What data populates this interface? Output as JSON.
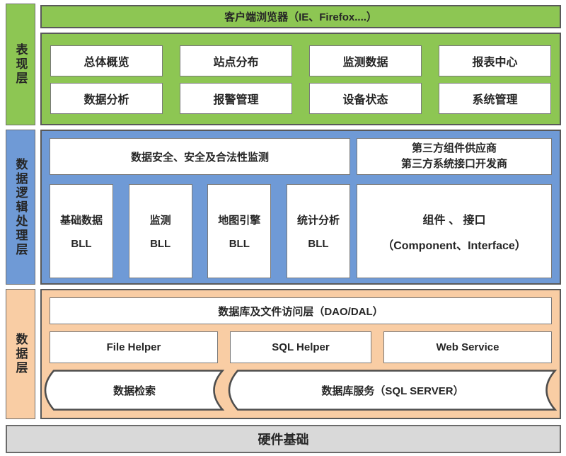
{
  "colors": {
    "green": "#8dc653",
    "blue": "#6f9ad6",
    "orange": "#f9cda4",
    "gray": "#d9d9d9",
    "border": "#595959",
    "box-border": "#7a7a7a",
    "text": "#262626"
  },
  "presentation": {
    "label": "表现层",
    "browser_bar": "客户端浏览器（IE、Firefox....）",
    "modules": [
      "总体概览",
      "站点分布",
      "监测数据",
      "报表中心",
      "数据分析",
      "报警管理",
      "设备状态",
      "系统管理"
    ]
  },
  "logic": {
    "label": "数据逻辑处理层",
    "security": "数据安全、安全及合法性监测",
    "third_party": [
      "第三方组件供应商",
      "第三方系统接口开发商"
    ],
    "bll": [
      {
        "name": "基础数据",
        "sub": "BLL"
      },
      {
        "name": "监测",
        "sub": "BLL"
      },
      {
        "name": "地图引擎",
        "sub": "BLL"
      },
      {
        "name": "统计分析",
        "sub": "BLL"
      }
    ],
    "component": [
      "组件 、 接口",
      "（Component、Interface）"
    ]
  },
  "data_layer": {
    "label": "数据层",
    "dao": "数据库及文件访问层（DAO/DAL）",
    "helpers": [
      "File Helper",
      "SQL Helper",
      "Web Service"
    ],
    "stores": [
      "数据检索",
      "数据库服务（SQL SERVER）"
    ]
  },
  "hardware": {
    "label": "硬件基础"
  }
}
